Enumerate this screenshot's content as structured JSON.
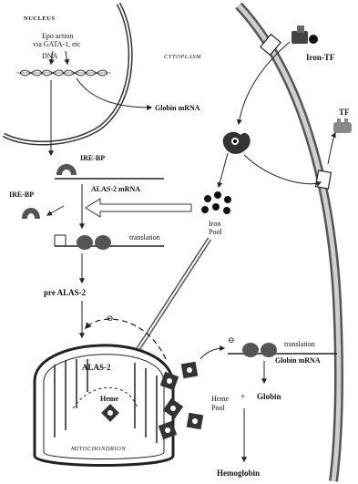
{
  "labels": {
    "nucleus": "NUCLEUS",
    "epo_action_1": "Epo action",
    "epo_action_2": "via GATA-1, etc",
    "dna": "DNA",
    "cytoplasm": "CYTOPLASM",
    "iron_tf": "Iron-TF",
    "tf": "TF",
    "globin_mrna_nuc": "Globin mRNA",
    "ire_bp_top": "IRE-BP",
    "alas2_mrna": "ALAS-2 mRNA",
    "ire_bp_left": "IRE-BP",
    "iron_pool_1": "Iron",
    "iron_pool_2": "Pool",
    "translation_top": "translation",
    "pre_alas2": "pre ALAS-2",
    "inhibit_1": "⊖",
    "inhibit_2": "⊖",
    "translation_right": "translation",
    "globin_mrna_cyto": "Globin mRNA",
    "alas2": "ALAS-2",
    "heme": "Heme",
    "heme_pool_1": "Heme",
    "heme_pool_2": "Pool",
    "plus": "+",
    "globin": "Globin",
    "mitochondrion": "MITOCHONDRION",
    "hemoglobin": "Hemoglobin"
  }
}
